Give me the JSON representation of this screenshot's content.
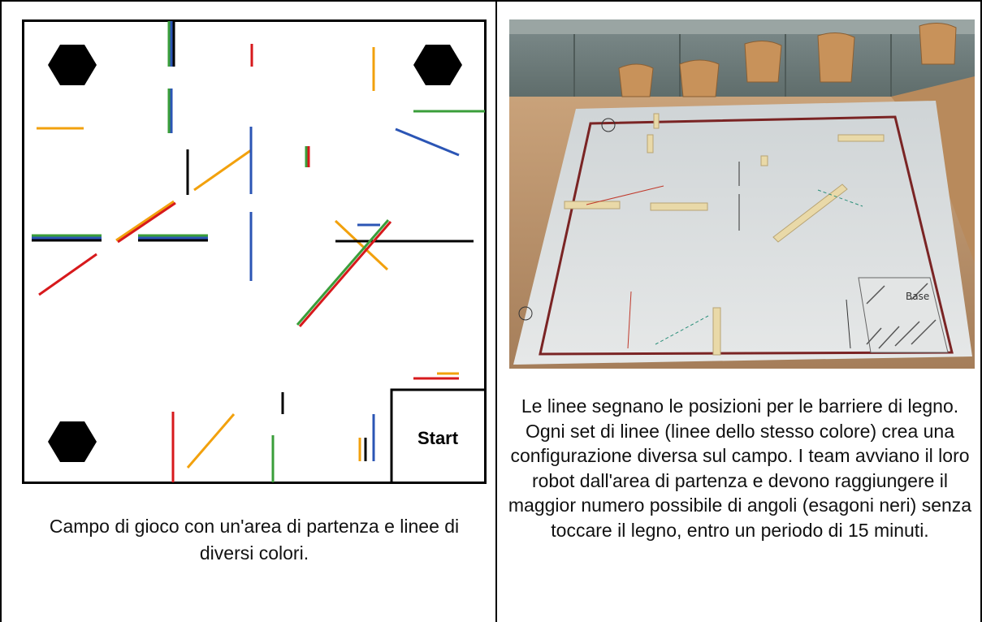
{
  "field": {
    "start_label": "Start",
    "colors": {
      "red": "#d7191c",
      "green": "#3a9e3a",
      "blue": "#2b55b5",
      "orange": "#f2a10d",
      "black": "#000000"
    },
    "corner_icon": "hexagon"
  },
  "captions": {
    "left": "Campo di gioco con un'area di partenza e linee di diversi colori.",
    "right": "Le linee segnano le posizioni per le barriere di legno. Ogni set di linee (linee dello stesso colore) crea una configurazione diversa sul campo. I team avviano il loro robot dall'area di partenza e devono raggiungere il maggior numero possibile di angoli (esagoni neri) senza toccare il legno, entro un periodo di 15 minuti."
  },
  "photo": {
    "description_icon": "photo-of-playing-field",
    "base_label": "Base"
  }
}
